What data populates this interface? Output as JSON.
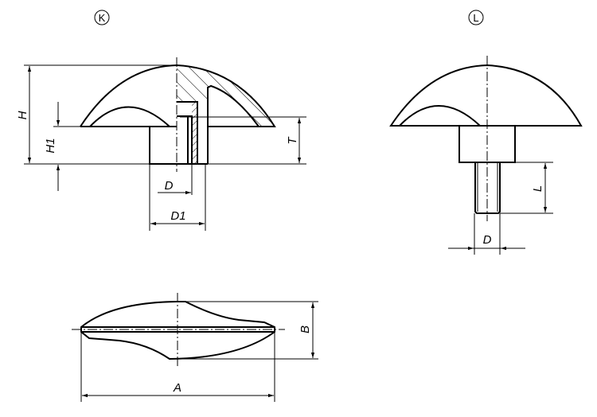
{
  "views": {
    "k": {
      "marker": "K",
      "labels": {
        "h": "H",
        "h1": "H1",
        "t": "T",
        "d": "D",
        "d1": "D1"
      }
    },
    "l": {
      "marker": "L",
      "labels": {
        "l": "L",
        "d": "D"
      }
    },
    "top": {
      "labels": {
        "a": "A",
        "b": "B"
      }
    }
  }
}
